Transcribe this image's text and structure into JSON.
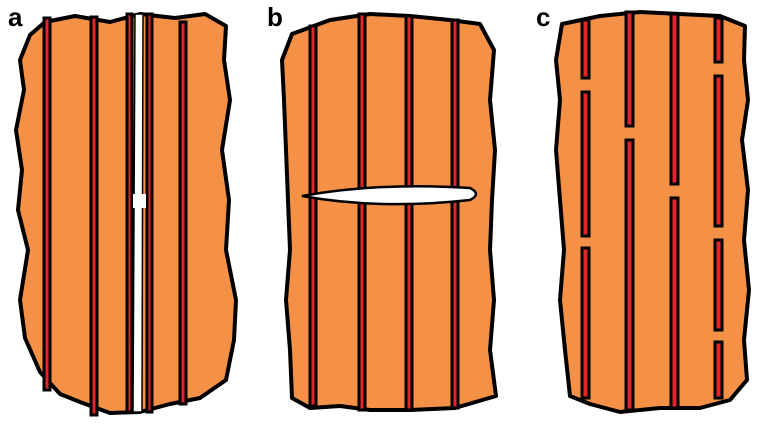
{
  "figure": {
    "panels": [
      {
        "label": "a"
      },
      {
        "label": "b"
      },
      {
        "label": "c"
      }
    ],
    "colors": {
      "matrix": "#f59147",
      "fiber": "#e0262b",
      "outline": "#000000",
      "crack": "#ffffff",
      "background": "#ffffff"
    }
  }
}
